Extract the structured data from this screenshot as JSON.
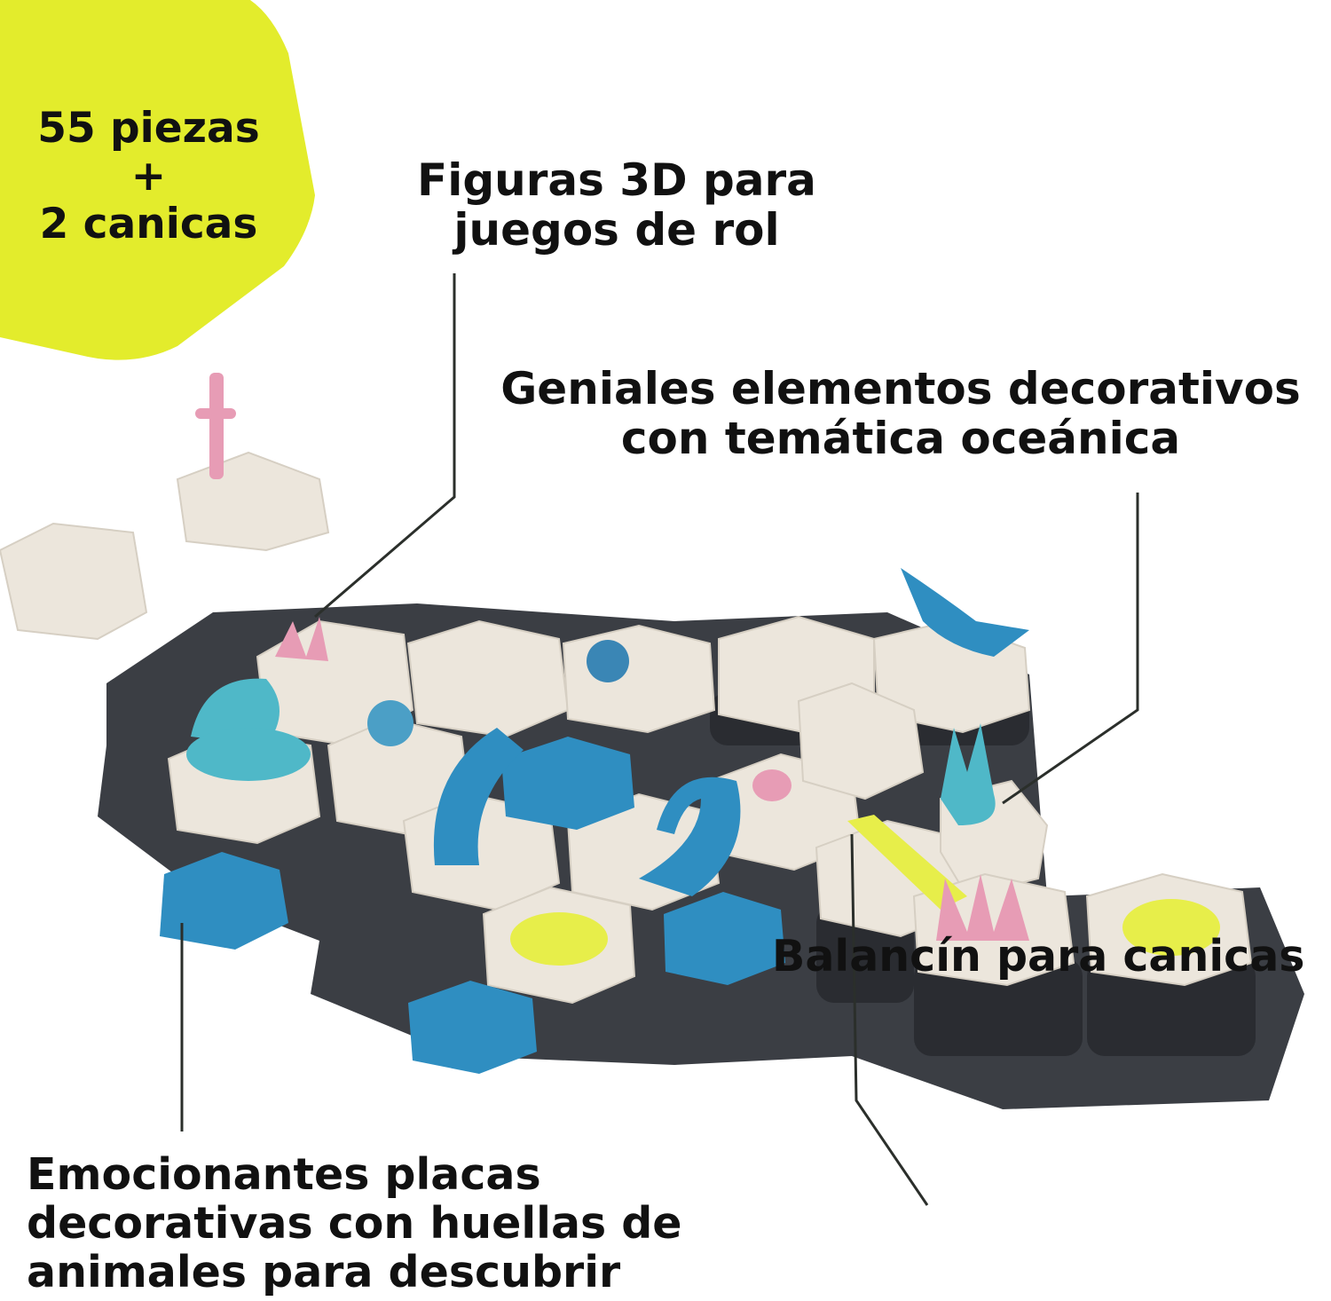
{
  "badge": {
    "line1": "55 piezas",
    "line2": "+",
    "line3": "2 canicas",
    "color": "#e3ec2c"
  },
  "callouts": {
    "figuras": {
      "line1": "Figuras 3D para",
      "line2": "juegos de rol"
    },
    "geniales": {
      "line1": "Geniales elementos decorativos",
      "line2": "con temática oceánica"
    },
    "placas": {
      "line1": "Emocionantes placas",
      "line2": "decorativas con huellas de",
      "line3": "animales para descubrir"
    },
    "balancin": {
      "line1": "Balancín para canicas"
    }
  },
  "colors": {
    "tile": "#ece6dc",
    "base": "#3b3e44",
    "blue": "#2f8ec1",
    "teal": "#4fb8c8",
    "pink": "#e79cb5",
    "yellow": "#e7ee4a"
  }
}
